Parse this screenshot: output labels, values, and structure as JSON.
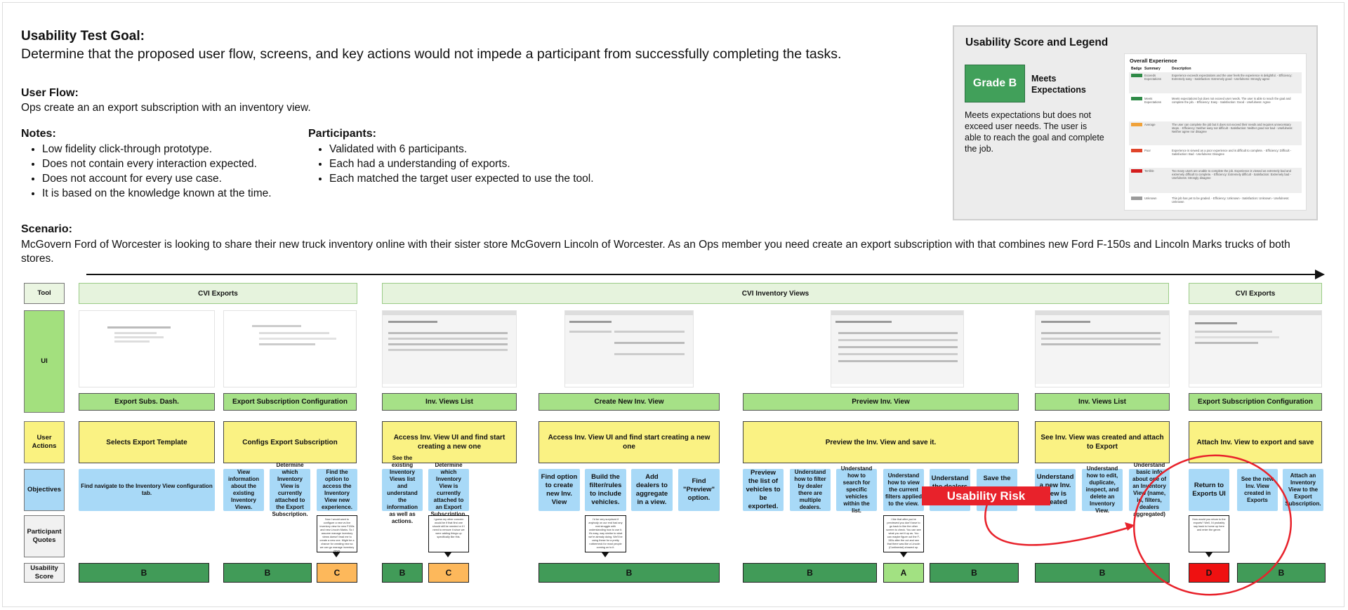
{
  "goal": {
    "heading": "Usability Test Goal:",
    "text": "Determine that the proposed user flow, screens, and key actions would not impede a participant from successfully completing the tasks."
  },
  "user_flow": {
    "heading": "User Flow:",
    "text": "Ops create an an export subscription with an inventory view."
  },
  "notes": {
    "heading": "Notes:",
    "items": [
      "Low fidelity click-through prototype.",
      "Does not contain every interaction expected.",
      "Does not account for every use case.",
      "It is based on the knowledge known at the time."
    ]
  },
  "participants": {
    "heading": "Participants:",
    "items": [
      "Validated with 6 participants.",
      "Each had a understanding of exports.",
      "Each matched the target user expected to use the tool."
    ]
  },
  "legend": {
    "title": "Usability Score and Legend",
    "grade_label": "Grade B",
    "grade_name": "Meets Expectations",
    "description": "Meets expectations but does not exceed user needs. The user is able to reach the goal and complete the job.",
    "table": {
      "title": "Overall Experience",
      "headers": [
        "Badge",
        "Summary",
        "Description"
      ],
      "rows": [
        {
          "badge_color": "#2f8a47",
          "name": "Exceeds Expectations",
          "desc": "Experience exceeds expectations and the user feels the experience is delightful. - Efficiency: Extremely easy - Satisfaction: Extremely good - Usefulness: Strongly agree"
        },
        {
          "badge_color": "#2f8a47",
          "name": "Meets Expectations",
          "desc": "Meets expectations but does not exceed user needs. The user is able to reach the goal and complete the job. - Efficiency: Easy - Satisfaction: Good - Usefulness: Agree"
        },
        {
          "badge_color": "#f0a23a",
          "name": "Average",
          "desc": "The user can complete the job but it does not exceed their needs and requires unnecessary steps. - Efficiency: Neither easy nor difficult - Satisfaction: Neither good nor bad - Usefulness: Neither agree nor disagree"
        },
        {
          "badge_color": "#e0442a",
          "name": "Poor",
          "desc": "Experience is viewed as a poor experience and is difficult to complete. - Efficiency: Difficult - Satisfaction: Bad - Usefulness: Disagree"
        },
        {
          "badge_color": "#d41c1c",
          "name": "Terrible",
          "desc": "Too many users are unable to complete the job. Experience is viewed as extremely bad and extremely difficult to complete. - Efficiency: Extremely difficult - Satisfaction: Extremely bad - Usefulness: Strongly disagree"
        },
        {
          "badge_color": "#9a9a9a",
          "name": "Unknown",
          "desc": "This job has yet to be graded. - Efficiency: Unknown - Satisfaction: Unknown - Usefulness: Unknown"
        }
      ]
    }
  },
  "scenario": {
    "heading": "Scenario:",
    "text": "McGovern Ford of Worcester is looking to share their new truck inventory online with their sister store McGovern Lincoln of Worcester. As an Ops member you need create an export subscription with that combines new Ford F-150s and Lincoln Marks trucks of both stores."
  },
  "row_labels": {
    "tool": "Tool",
    "ui": "UI",
    "user_actions": "User Actions",
    "objectives": "Objectives",
    "quotes": "Participant Quotes",
    "score": "Usability Score"
  },
  "tools": [
    "CVI Exports",
    "CVI Inventory Views",
    "CVI Exports"
  ],
  "screens": [
    "Export Subs. Dash.",
    "Export Subscription Configuration",
    "Inv. Views List",
    "Create New Inv. View",
    "Preview Inv. View",
    "Inv. Views List",
    "Export Subscription Configuration"
  ],
  "user_actions": [
    "Selects Export Template",
    "Configs Export Subscription",
    "Access Inv. View UI and find start creating a new one",
    "Access Inv. View UI and find start creating a new one",
    "Preview the Inv. View and save it.",
    "See Inv. View was created and attach to Export",
    "Attach Inv. View to export and save"
  ],
  "objectives": [
    "Find navigate to the Inventory View configuration tab.",
    "View information about the existing Inventory Views.",
    "Determine which Inventory View is currently attached to the Export Subscription.",
    "Find the option to access the Inventory View new experience.",
    "See the existing Inventory Views list and understand the information as well as actions.",
    "Determine which Inventory View is currently attached to an Export Subscription.",
    "Find option to create new Inv. View",
    "Build the filter/rules to include vehicles.",
    "Add dealers to aggregate in a view.",
    "Find \"Preview\" option.",
    "Preview the list of vehicles to be exported.",
    "Understand how to filter by dealer there are multiple dealers.",
    "Understand how to search for specific vehicles within the list.",
    "Understand how to view the current filters applied to the view.",
    "Understand the dealers",
    "Save the",
    "Understand a new Inv. View is created",
    "Understand how to edit, duplicate, inspect, and delete an Inventory View.",
    "Understand basic info about one of an Inventory View (name, id, filters, dealers aggregated)",
    "Return to Exports UI",
    "See the new Inv. View created in Exports",
    "Attach an Inventory View to the Export Subscription."
  ],
  "quotes": [
    "Now I would want to configure a new vs live inventory view for new F150s and new Lincoln Marks. So I assume manage inventory views doesn't lead me to create a new one. Might be a chance for creating new so we can go manage inventory views.",
    "I guess my other concern would be if that first one should still be needed or if I need to remove it since we were adding things up specifically like this.",
    "I'd be very surprised if anybody on our end had any real struggle with understanding how to use it. It's easy, way similar to what we're already doing. We'll be using these for a pretty rubberneck for most people coming on to it.",
    "I like that after you've previewed you don't have to go back to like the other screen to check. You can see what you set it up as. You can maybe figure out the F-150s after the cut and see that there was like a Lincoln (Continental) showed up.",
    "How would you return to the exports? Well, I'd probably say back to home up here and enter the genre."
  ],
  "scores": [
    "B",
    "B",
    "C",
    "B",
    "C",
    "B",
    "B",
    "A",
    "B",
    "B",
    "D",
    "B"
  ],
  "risk_label": "Usability Risk",
  "colors": {
    "grade_b": "#419b58",
    "grade_c": "#fdb85b",
    "grade_a": "#a2e182",
    "grade_d": "#ef1111",
    "risk": "#e8222b"
  }
}
